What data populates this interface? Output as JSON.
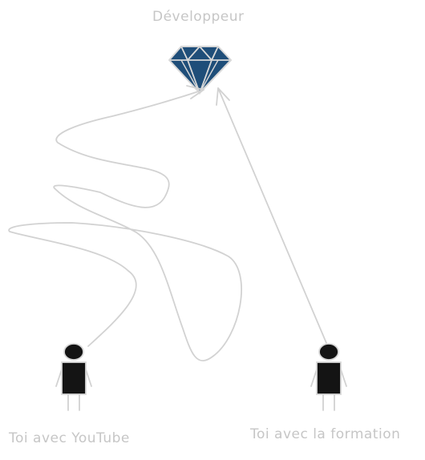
{
  "goal": {
    "label": "Développeur",
    "icon": "diamond-icon",
    "color": "#1f4e79"
  },
  "people": [
    {
      "label": "Toi avec YouTube",
      "icon": "person-icon",
      "path": "winding"
    },
    {
      "label": "Toi avec la formation",
      "icon": "person-icon",
      "path": "straight"
    }
  ],
  "colors": {
    "arrow": "#d2d2d2",
    "text": "#c6c6c6",
    "person_body": "#141414",
    "diamond": "#1f4e79"
  }
}
